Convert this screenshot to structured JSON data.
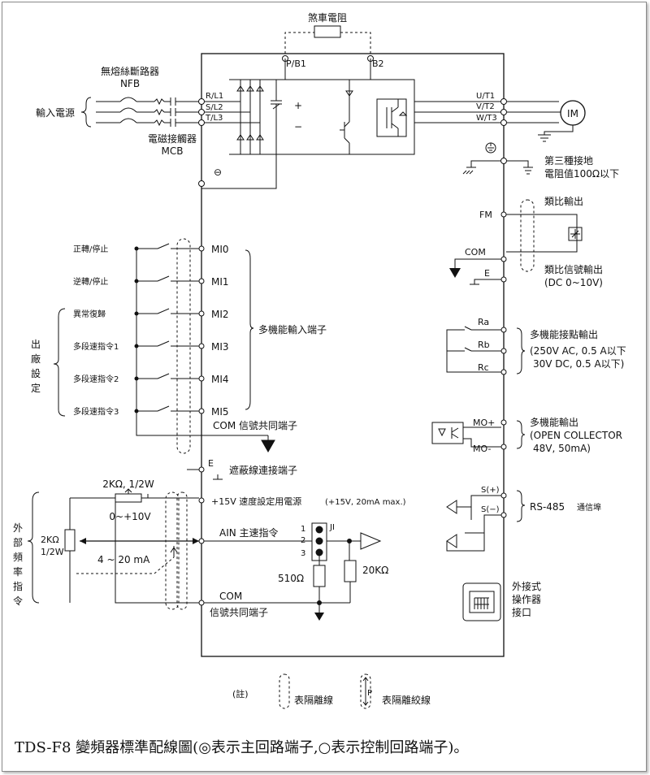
{
  "labels": {
    "brake_resistor": "煞車電阻",
    "pb1": "P/B1",
    "b2": "B2",
    "nfb_title": "無熔絲斷路器",
    "nfb": "NFB",
    "input_power": "輸入電源",
    "mcb_title": "電磁接觸器",
    "mcb": "MCB",
    "rl1": "R/L1",
    "sl2": "S/L2",
    "tl3": "T/L3",
    "ut1": "U/T1",
    "vt2": "V/T2",
    "wt3": "W/T3",
    "motor": "IM",
    "ground_class": "第三種接地",
    "ground_resistance": "電阻值100Ω以下",
    "minus_symbol": "⊖",
    "plus_sign": "+",
    "minus_sign": "−",
    "fm": "FM",
    "analog_out": "類比輸出",
    "com": "COM",
    "e": "E",
    "analog_signal_out": "類比信號輸出",
    "analog_range": "(DC 0~10V)",
    "ra": "Ra",
    "rb": "Rb",
    "rc": "Rc",
    "relay_title": "多機能接點輸出",
    "relay_ac": "(250V  AC,   0.5 A以下",
    "relay_dc": "30V  DC,    0.5 A以下)",
    "mo_plus": "MO+",
    "mo_minus": "MO-",
    "mo_title": "多機能輸出",
    "mo_type": "(OPEN COLLECTOR",
    "mo_rating": "48V,   50mA)",
    "s_plus": "S(+)",
    "s_minus": "S(−)",
    "rs485_title": "RS-485",
    "rs485_sub": "通信埠",
    "keypad_1": "外接式",
    "keypad_2": "操作器",
    "keypad_3": "接口",
    "factory_setting": [
      "出",
      "廠",
      "設",
      "定"
    ],
    "ext_freq": [
      "外",
      "部",
      "頻",
      "率",
      "指",
      "令"
    ],
    "multi_input_title": "多機能輸入端子",
    "com_common": "COM 信號共同端子",
    "shield_conn": "遮蔽線連接端子",
    "v15_label": "+15V  速度設定用電源",
    "v15_spec": "(+15V, 20mA max.)",
    "pot_rating": "2KΩ, 1/2W",
    "pot_range": "0~+10V",
    "ext_pot_1": "2KΩ",
    "ext_pot_2": "1/2W",
    "current_range": "4 ~ 20 mA",
    "ain_label": "AIN  主速指令",
    "ji": "JI",
    "j1": "1",
    "j2": "2",
    "j3": "3",
    "r510": "510Ω",
    "r20k": "20KΩ",
    "com2": "COM",
    "signal_common": "信號共同端子",
    "note": "(註)",
    "legend_shield": "表隔離線",
    "legend_twisted": "表隔離絞線",
    "legend_p": "P"
  },
  "inputs": [
    {
      "name": "正轉/停止",
      "terminal": "MI0"
    },
    {
      "name": "逆轉/停止",
      "terminal": "MI1"
    },
    {
      "name": "異常復歸",
      "terminal": "MI2"
    },
    {
      "name": "多段速指令1",
      "terminal": "MI3"
    },
    {
      "name": "多段速指令2",
      "terminal": "MI4"
    },
    {
      "name": "多段速指令3",
      "terminal": "MI5"
    }
  ],
  "caption": "TDS-F8  變頻器標準配線圖(◎表示主回路端子,○表示控制回路端子)。"
}
